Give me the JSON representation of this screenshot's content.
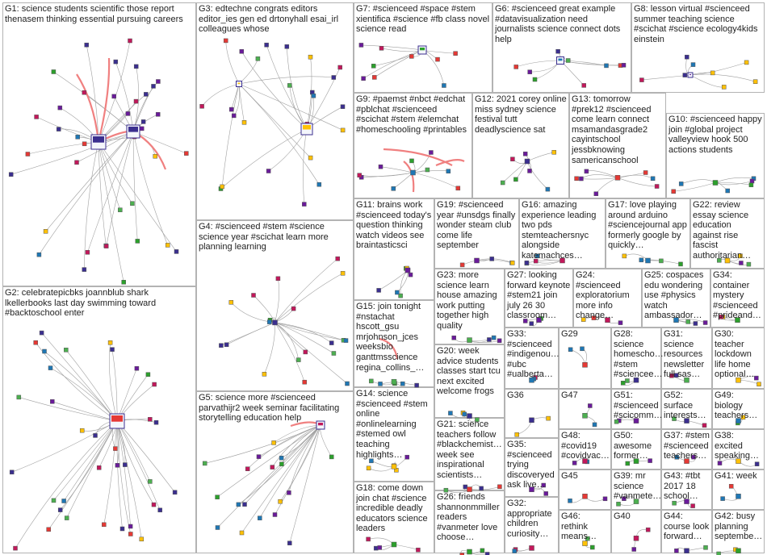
{
  "colors": {
    "cell_border": "#b3b3b3",
    "edge": "#a0a0a0",
    "strong_edge": "#f08080",
    "node_palette": [
      "#1f77b4",
      "#2ca02c",
      "#6a1b9a",
      "#3b2f8f",
      "#e53935",
      "#ffc107",
      "#4caf50",
      "#c2185b"
    ]
  },
  "groups": [
    {
      "id": "G1",
      "label": "G1: science students scientific those report thenasem thinking essential pursuing careers"
    },
    {
      "id": "G2",
      "label": "G2: celebratepicbks joannblub shark lkellerbooks last day swimming toward #backtoschool enter"
    },
    {
      "id": "G3",
      "label": "G3: edtechne congrats editors editor_ies gen ed drtonyhall esai_irl colleagues whose"
    },
    {
      "id": "G4",
      "label": "G4: #scienceed #stem #science science year #scichat learn more planning learning"
    },
    {
      "id": "G5",
      "label": "G5: science more #scienceed parvathijr2 week seminar facilitating storytelling education help"
    },
    {
      "id": "G6",
      "label": "G6: #scienceed great example #datavisualization need journalists science connect dots help"
    },
    {
      "id": "G7",
      "label": "G7: #scienceed #space #stem xientifica #science #fb class novel science read"
    },
    {
      "id": "G8",
      "label": "G8: lesson virtual #scienceed summer teaching science #scichat #science ecology4kids einstein"
    },
    {
      "id": "G9",
      "label": "G9: #paemst #nbct #edchat #pblchat #scienceed #scichat #stem #elemchat #homeschooling #printables"
    },
    {
      "id": "G10",
      "label": "G10: #scienceed happy join #global project valleyview hook 500 actions students"
    },
    {
      "id": "G11",
      "label": "G11: brains work #scienceed today's question thinking watch videos see braintasticsci"
    },
    {
      "id": "G12",
      "label": "G12: 2021 corey online miss sydney science festival tutt deadlyscience sat"
    },
    {
      "id": "G13",
      "label": "G13: tomorrow #prek12 #scienceed come learn connect msamandasgrade2 cayintschool jessbknowing samericanschool"
    },
    {
      "id": "G14",
      "label": "G14: science #scienceed #stem online #onlinelearning #stemed owl teaching highlights…"
    },
    {
      "id": "G15",
      "label": "G15: join tonight #nstachat hscott_gsu mrjohnson_jces weeksbio ganttmsscience regina_collins_…"
    },
    {
      "id": "G16",
      "label": "G16: amazing experience leading two pds stemteachersnyc alongside katemachces…"
    },
    {
      "id": "G17",
      "label": "G17: love playing around arduino #sciencejournal app formerly google by quickly…"
    },
    {
      "id": "G18",
      "label": "G18: come down join chat #science incredible deadly educators science leaders"
    },
    {
      "id": "G19",
      "label": "G19: #scienceed year #unsdgs finally wonder steam club come life september"
    },
    {
      "id": "G20",
      "label": "G20: week advice students classes start tcu next excited welcome frogs"
    },
    {
      "id": "G21",
      "label": "G21: science teachers follow #blackchemist… week see inspirational scientists…"
    },
    {
      "id": "G22",
      "label": "G22: review essay science education against rise fascist authoritarian…"
    },
    {
      "id": "G23",
      "label": "G23: more science learn house amazing work putting together high quality"
    },
    {
      "id": "G24",
      "label": "G24: #scienceed exploratorium more info change…"
    },
    {
      "id": "G25",
      "label": "G25: cospaces edu wondering use #physics watch ambassador…"
    },
    {
      "id": "G26",
      "label": "G26: friends shannonmmiller readers #vanmeter love choose…"
    },
    {
      "id": "G27",
      "label": "G27: looking forward keynote #stem21 join july 26 30 classroom…"
    },
    {
      "id": "G28",
      "label": "G28: science homescho… #stem #sciencee…"
    },
    {
      "id": "G29",
      "label": "G29"
    },
    {
      "id": "G30",
      "label": "G30: teacher lockdown life home optional…"
    },
    {
      "id": "G31",
      "label": "G31: science resources newsletter full sas…"
    },
    {
      "id": "G32",
      "label": "G32: appropriate children curiosity…"
    },
    {
      "id": "G33",
      "label": "G33: #scienceed #indigenou… #ubc #ualberta…"
    },
    {
      "id": "G34",
      "label": "G34: container mystery #scienceed #prideand…"
    },
    {
      "id": "G35",
      "label": "G35: #scienceed trying discoveryed ask live…"
    },
    {
      "id": "G36",
      "label": "G36"
    },
    {
      "id": "G37",
      "label": "G37: #stem #scienceed teachers…"
    },
    {
      "id": "G38",
      "label": "G38: excited speaking…"
    },
    {
      "id": "G39",
      "label": "G39: mr science #vanmete…"
    },
    {
      "id": "G40",
      "label": "G40"
    },
    {
      "id": "G41",
      "label": "G41: week"
    },
    {
      "id": "G42",
      "label": "G42: busy planning septembe…"
    },
    {
      "id": "G43",
      "label": "G43: #tbt 2017 18 school…"
    },
    {
      "id": "G44",
      "label": "G44: course look forward…"
    },
    {
      "id": "G45",
      "label": "G45"
    },
    {
      "id": "G46",
      "label": "G46: rethink means…"
    },
    {
      "id": "G47",
      "label": "G47"
    },
    {
      "id": "G48",
      "label": "G48: #covid19 #covidvac…"
    },
    {
      "id": "G49",
      "label": "G49: biology teachers…"
    },
    {
      "id": "G50",
      "label": "G50: awesome former…"
    },
    {
      "id": "G51",
      "label": "G51: #scienceed #scicomm…"
    },
    {
      "id": "G52",
      "label": "G52: surface interests…"
    }
  ]
}
